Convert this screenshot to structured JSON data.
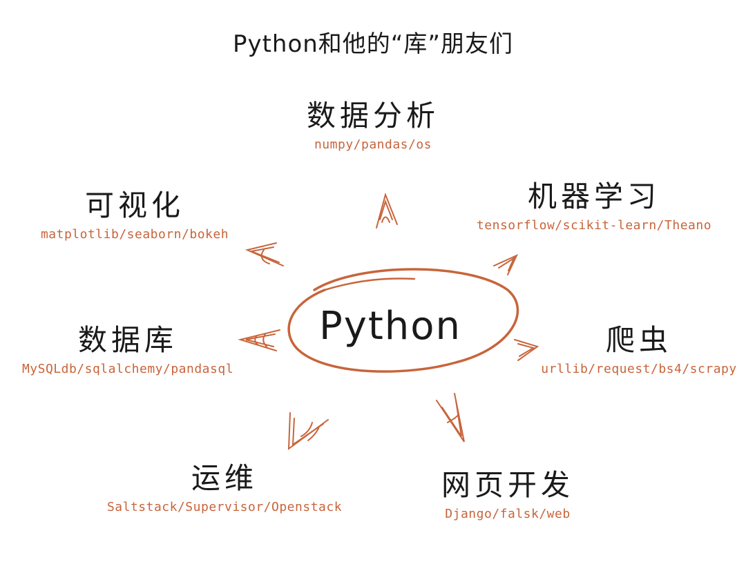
{
  "title": "Python和他的“库”朋友们",
  "center": {
    "label": "Python"
  },
  "nodes": {
    "data_analysis": {
      "title": "数据分析",
      "libs": "numpy/pandas/os"
    },
    "machine_learning": {
      "title": "机器学习",
      "libs": "tensorflow/scikit-learn/Theano"
    },
    "visualization": {
      "title": "可视化",
      "libs": "matplotlib/seaborn/bokeh"
    },
    "database": {
      "title": "数据库",
      "libs": "MySQLdb/sqlalchemy/pandasql"
    },
    "crawler": {
      "title": "爬虫",
      "libs": "urllib/request/bs4/scrapy"
    },
    "ops": {
      "title": "运维",
      "libs": "Saltstack/Supervisor/Openstack"
    },
    "web_dev": {
      "title": "网页开发",
      "libs": "Django/falsk/web"
    }
  },
  "colors": {
    "accent": "#c8643a",
    "text": "#1a1a1a",
    "background": "#ffffff"
  }
}
